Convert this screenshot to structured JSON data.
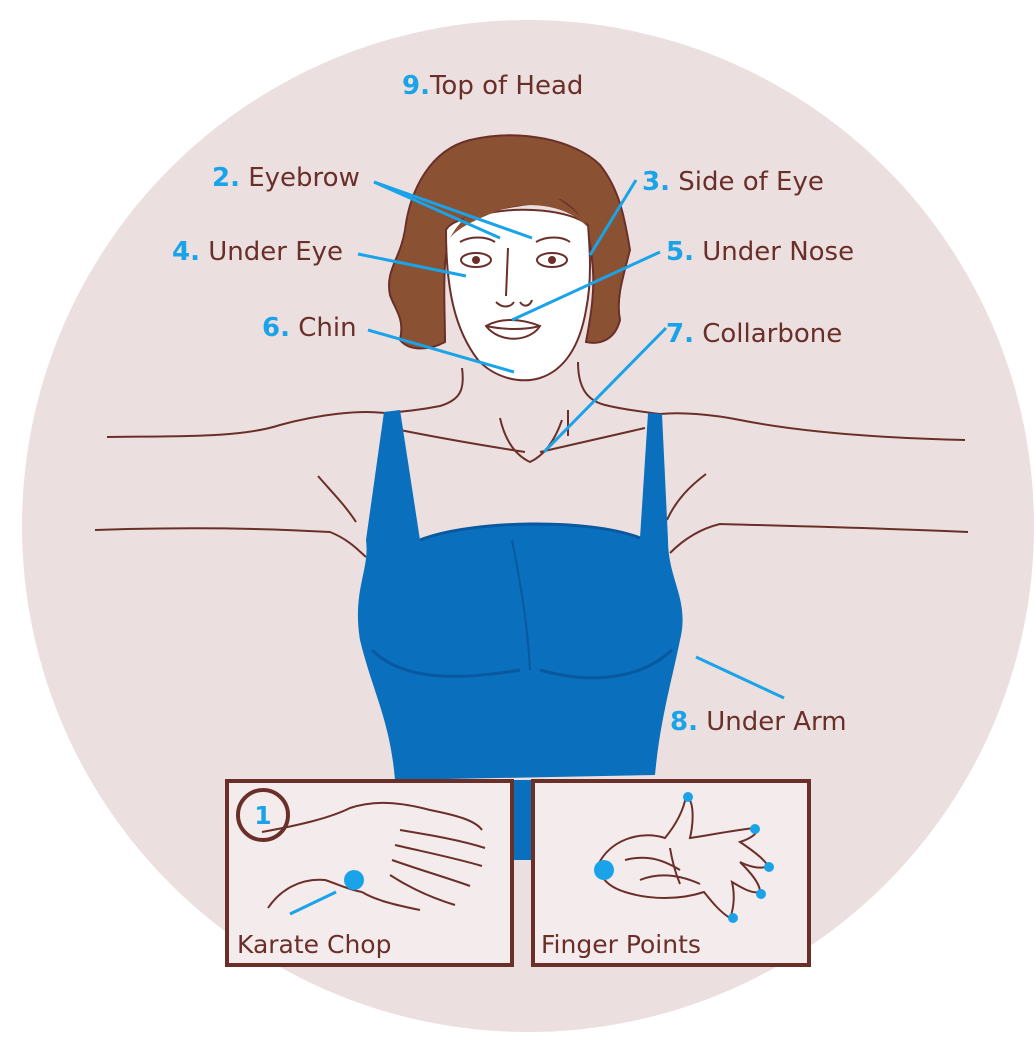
{
  "colors": {
    "background_disc": "#ebe0df",
    "outline": "#6b2f2a",
    "pointer": "#1aa3e8",
    "shirt": "#0a6fbd",
    "shirt_shade": "#0859a0",
    "hair": "#8a5232",
    "panel_fill": "#f4ecec"
  },
  "labels": {
    "top_of_head": {
      "num": "9.",
      "text": "Top of Head"
    },
    "eyebrow": {
      "num": "2.",
      "text": " Eyebrow"
    },
    "side_of_eye": {
      "num": "3.",
      "text": " Side of Eye"
    },
    "under_eye": {
      "num": "4.",
      "text": " Under Eye"
    },
    "under_nose": {
      "num": "5.",
      "text": " Under Nose"
    },
    "chin": {
      "num": "6.",
      "text": " Chin"
    },
    "collarbone": {
      "num": "7.",
      "text": " Collarbone"
    },
    "under_arm": {
      "num": "8.",
      "text": " Under Arm"
    }
  },
  "panels": {
    "karate_chop": {
      "badge": "1",
      "caption": "Karate Chop"
    },
    "finger_points": {
      "caption": "Finger Points"
    }
  }
}
